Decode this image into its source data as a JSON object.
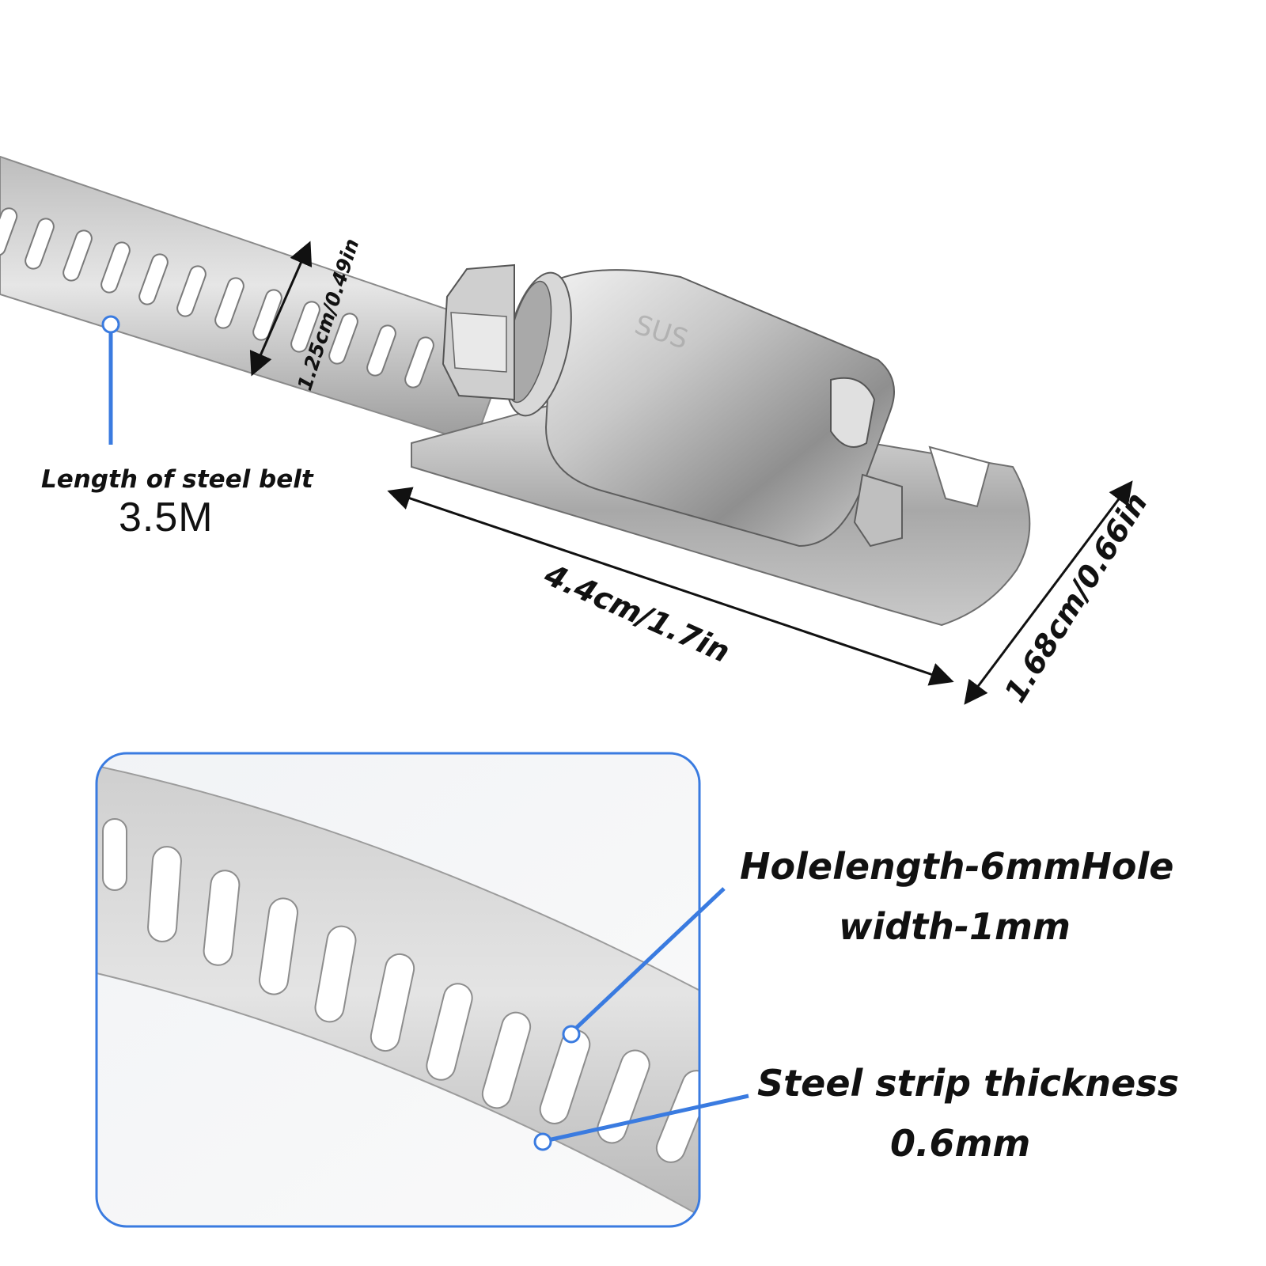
{
  "labels": {
    "belt_length_title": "Length of steel belt",
    "belt_length_value": "3.5M",
    "band_width": "1.25cm/0.49in",
    "buckle_length": "4.4cm/1.7in",
    "buckle_width": "1.68cm/0.66in",
    "hole_spec_line1": "Holelength-6mmHole",
    "hole_spec_line2": "width-1mm",
    "strip_thickness_line1": "Steel strip thickness",
    "strip_thickness_line2": "0.6mm"
  },
  "colors": {
    "callout_blue": "#3a7be0",
    "steel_light": "#d9d9d9",
    "steel_dark": "#8c8c8c",
    "frame_border": "#3a7be0"
  }
}
